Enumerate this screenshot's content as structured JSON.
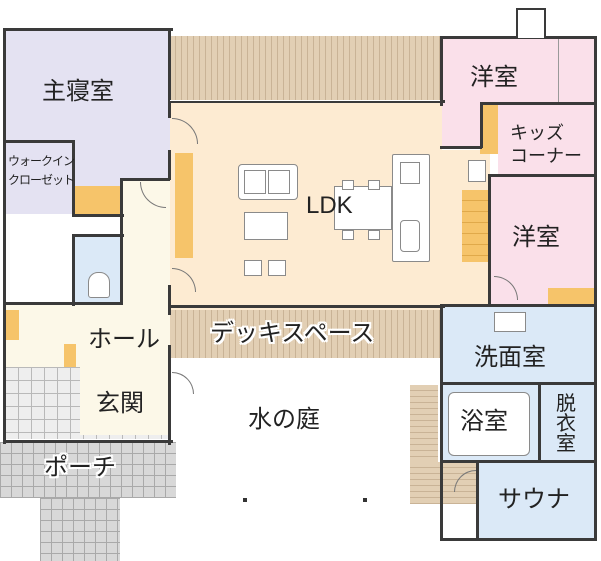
{
  "rooms": {
    "master_bedroom": "主寝室",
    "walk_in_closet": "ウォークイン\nクローゼット",
    "western_room_1": "洋室",
    "kids_corner": "キッズ\nコーナー",
    "western_room_2": "洋室",
    "ldk": "LDK",
    "hall": "ホール",
    "entrance": "玄関",
    "porch": "ポーチ",
    "deck_space": "デッキスペース",
    "water_garden": "水の庭",
    "washroom": "洗面室",
    "bathroom": "浴室",
    "dressing_room": "脱\n衣\n室",
    "sauna": "サウナ"
  },
  "colors": {
    "bedroom": "#e4e2f2",
    "western": "#fae0ea",
    "ldk": "#fdebd2",
    "hall": "#fcf8e8",
    "accent_orange": "#f6c46a",
    "wet_area": "#dbe9f7",
    "deck": "#e2cfb4",
    "tile": "#eeeeee",
    "wall": "#3a3a3a"
  },
  "icons": [
    "sofa-icon",
    "dining-table-icon",
    "kitchen-counter-icon",
    "toilet-icon",
    "bathtub-icon",
    "washbasin-icon",
    "door-swing-icon",
    "stairs-icon"
  ]
}
